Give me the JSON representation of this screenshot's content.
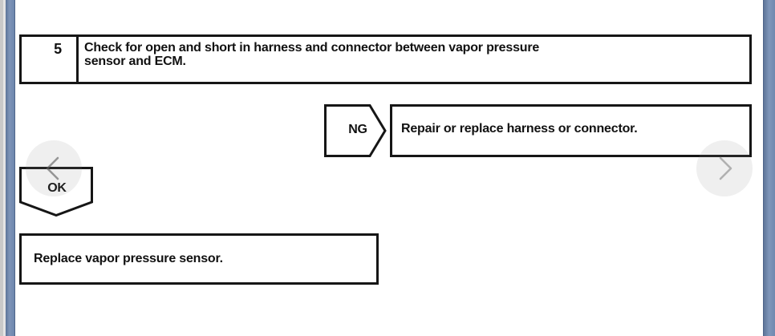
{
  "document": {
    "type": "diagnostic-flowchart",
    "page_background": "#ffffff",
    "ink_color": "#161616",
    "rail_color": "#6d86ad"
  },
  "flow": {
    "step": {
      "number": "5",
      "description": "Check for open and short in harness and connector between vapor pressure\nsensor and ECM."
    },
    "branch_ng": {
      "label": "NG",
      "result_text": "Repair or replace harness or connector."
    },
    "branch_ok": {
      "label": "OK",
      "result_text": "Replace vapor pressure sensor."
    }
  },
  "nav": {
    "prev_icon": "chevron-left-icon",
    "next_icon": "chevron-right-icon",
    "icon_color": "#6e6e6e"
  }
}
